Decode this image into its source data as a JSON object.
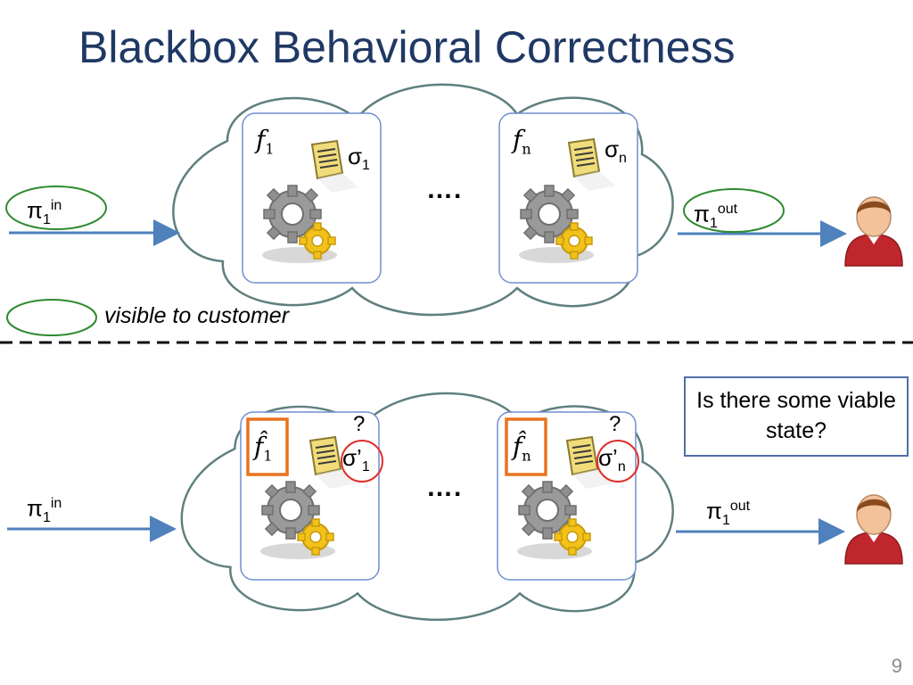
{
  "slide": {
    "title": "Blackbox Behavioral Correctness",
    "page_number": "9"
  },
  "top_panel": {
    "input_label": "π",
    "input_sub": "1",
    "input_sup": "in",
    "output_label": "π",
    "output_sub": "1",
    "output_sup": "out",
    "func_first": "f",
    "func_first_sub": "1",
    "func_last": "f",
    "func_last_sub": "n",
    "state_first": "σ",
    "state_first_sub": "1",
    "state_last": "σ",
    "state_last_sub": "n",
    "ellipsis": "…."
  },
  "legend": {
    "text": "visible to customer"
  },
  "bottom_panel": {
    "input_label": "π",
    "input_sub": "1",
    "input_sup": "in",
    "output_label": "π",
    "output_sub": "1",
    "output_sup": "out",
    "func_first": "f̂",
    "func_first_sub": "1",
    "func_last": "f̂",
    "func_last_sub": "n",
    "state_first": "σ’",
    "state_first_sub": "1",
    "state_last": "σ’",
    "state_last_sub": "n",
    "question_first": "?",
    "question_last": "?",
    "ellipsis": "….",
    "question_box": "Is there some viable state?"
  },
  "colors": {
    "title": "#1f3864",
    "arrow": "#4f81bd",
    "visible_outline": "#2e8b2e",
    "unknown_outline": "#e0302a",
    "hat_box": "#e8731e",
    "cloud_stroke": "#5f7f7f"
  },
  "icons": [
    "gear-icon",
    "document-icon",
    "person-icon"
  ]
}
